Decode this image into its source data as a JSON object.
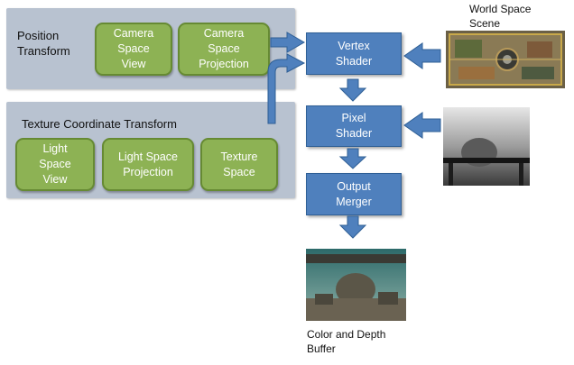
{
  "position_panel": {
    "title": "Position\nTransform",
    "boxes": [
      "Camera\nSpace\nView",
      "Camera\nSpace\nProjection"
    ]
  },
  "texture_panel": {
    "title": "Texture Coordinate Transform",
    "boxes": [
      "Light\nSpace\nView",
      "Light Space\nProjection",
      "Texture\nSpace"
    ]
  },
  "pipeline": [
    "Vertex\nShader",
    "Pixel\nShader",
    "Output\nMerger"
  ],
  "labels": {
    "world_space_scene": "World Space\nScene",
    "color_depth_buffer": "Color and Depth\nBuffer"
  },
  "colors": {
    "panel": "#b8c2d0",
    "green_box": "#8db254",
    "blue_box": "#4f80bd",
    "arrow": "#4f80bd"
  }
}
